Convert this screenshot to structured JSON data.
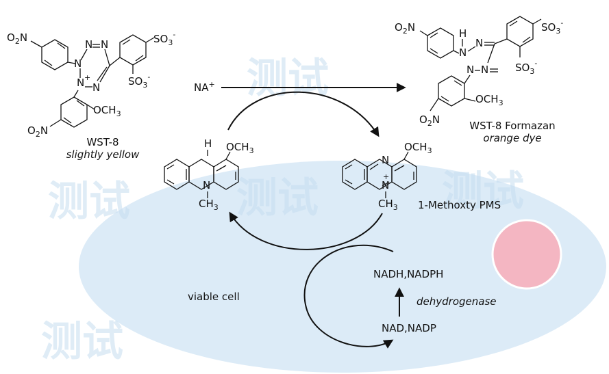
{
  "labels": {
    "wst8_name": "WST-8",
    "wst8_color": "slightly yellow",
    "formazan_name": "WST-8 Formazan",
    "formazan_color": "orange dye",
    "pms_name": "1-Methoxty PMS",
    "na": "NA",
    "viable_cell": "viable cell",
    "nadh": "NADH,NADPH",
    "nad": "NAD,NADP",
    "enzyme": "dehydrogenase"
  },
  "chem": {
    "o2n": "O",
    "no2_n": "N",
    "so3": "SO",
    "och3": "OCH",
    "ch3": "CH",
    "n": "N",
    "h": "H",
    "sub2": "2",
    "sub3": "3",
    "sup_minus": "-",
    "sup_plus": "+"
  },
  "watermark": {
    "text": "测试",
    "color": "#c6ddf0"
  },
  "colors": {
    "cell_fill": "#dcebf7",
    "cell_particle": "#f4b6c2",
    "arrow": "#111111"
  }
}
